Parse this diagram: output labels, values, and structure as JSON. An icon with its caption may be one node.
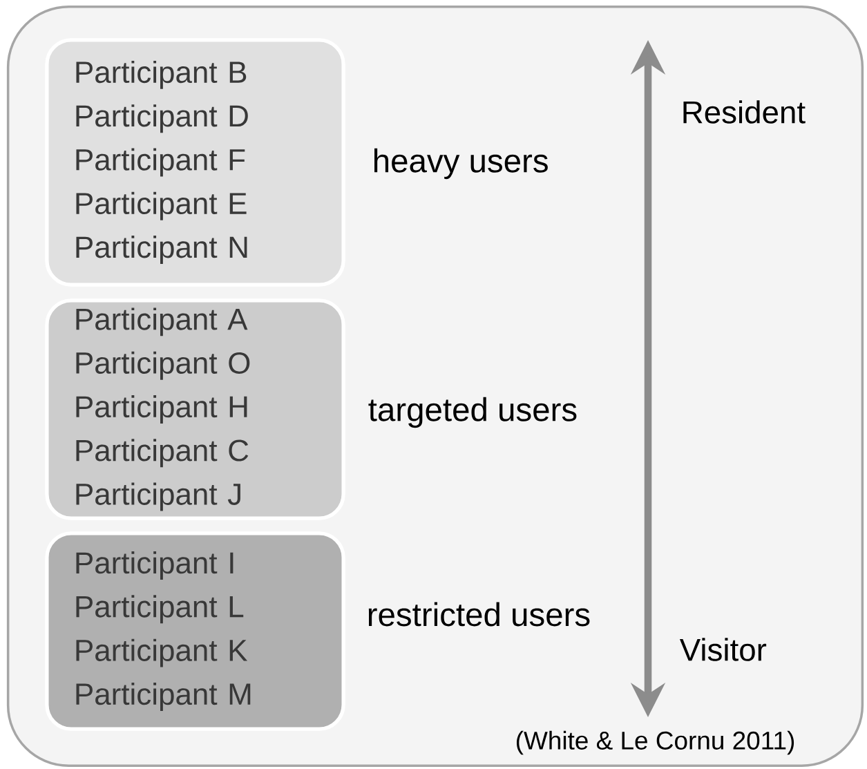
{
  "diagram": {
    "nodes": [
      {
        "text": [],
        "shape": "box"
      },
      {
        "text": [
          "Participant B",
          "Participant D",
          "Participant F",
          "Participant E",
          "Participant N"
        ],
        "in": 0,
        "beside": [
          "heavy users"
        ]
      },
      {
        "text": [
          "Participant A",
          "Participant O",
          "Participant H",
          "Participant C",
          "Participant J"
        ],
        "in": 0,
        "beside": [
          "targeted users"
        ]
      },
      {
        "text": [
          "Participant I",
          "Participant L",
          "Participant K",
          "Participant M"
        ],
        "in": 0,
        "beside": [
          "restricted users"
        ]
      }
    ],
    "edges": [],
    "labels": [
      "Resident",
      "Visitor",
      "(White & Le Cornu 2011)"
    ]
  }
}
